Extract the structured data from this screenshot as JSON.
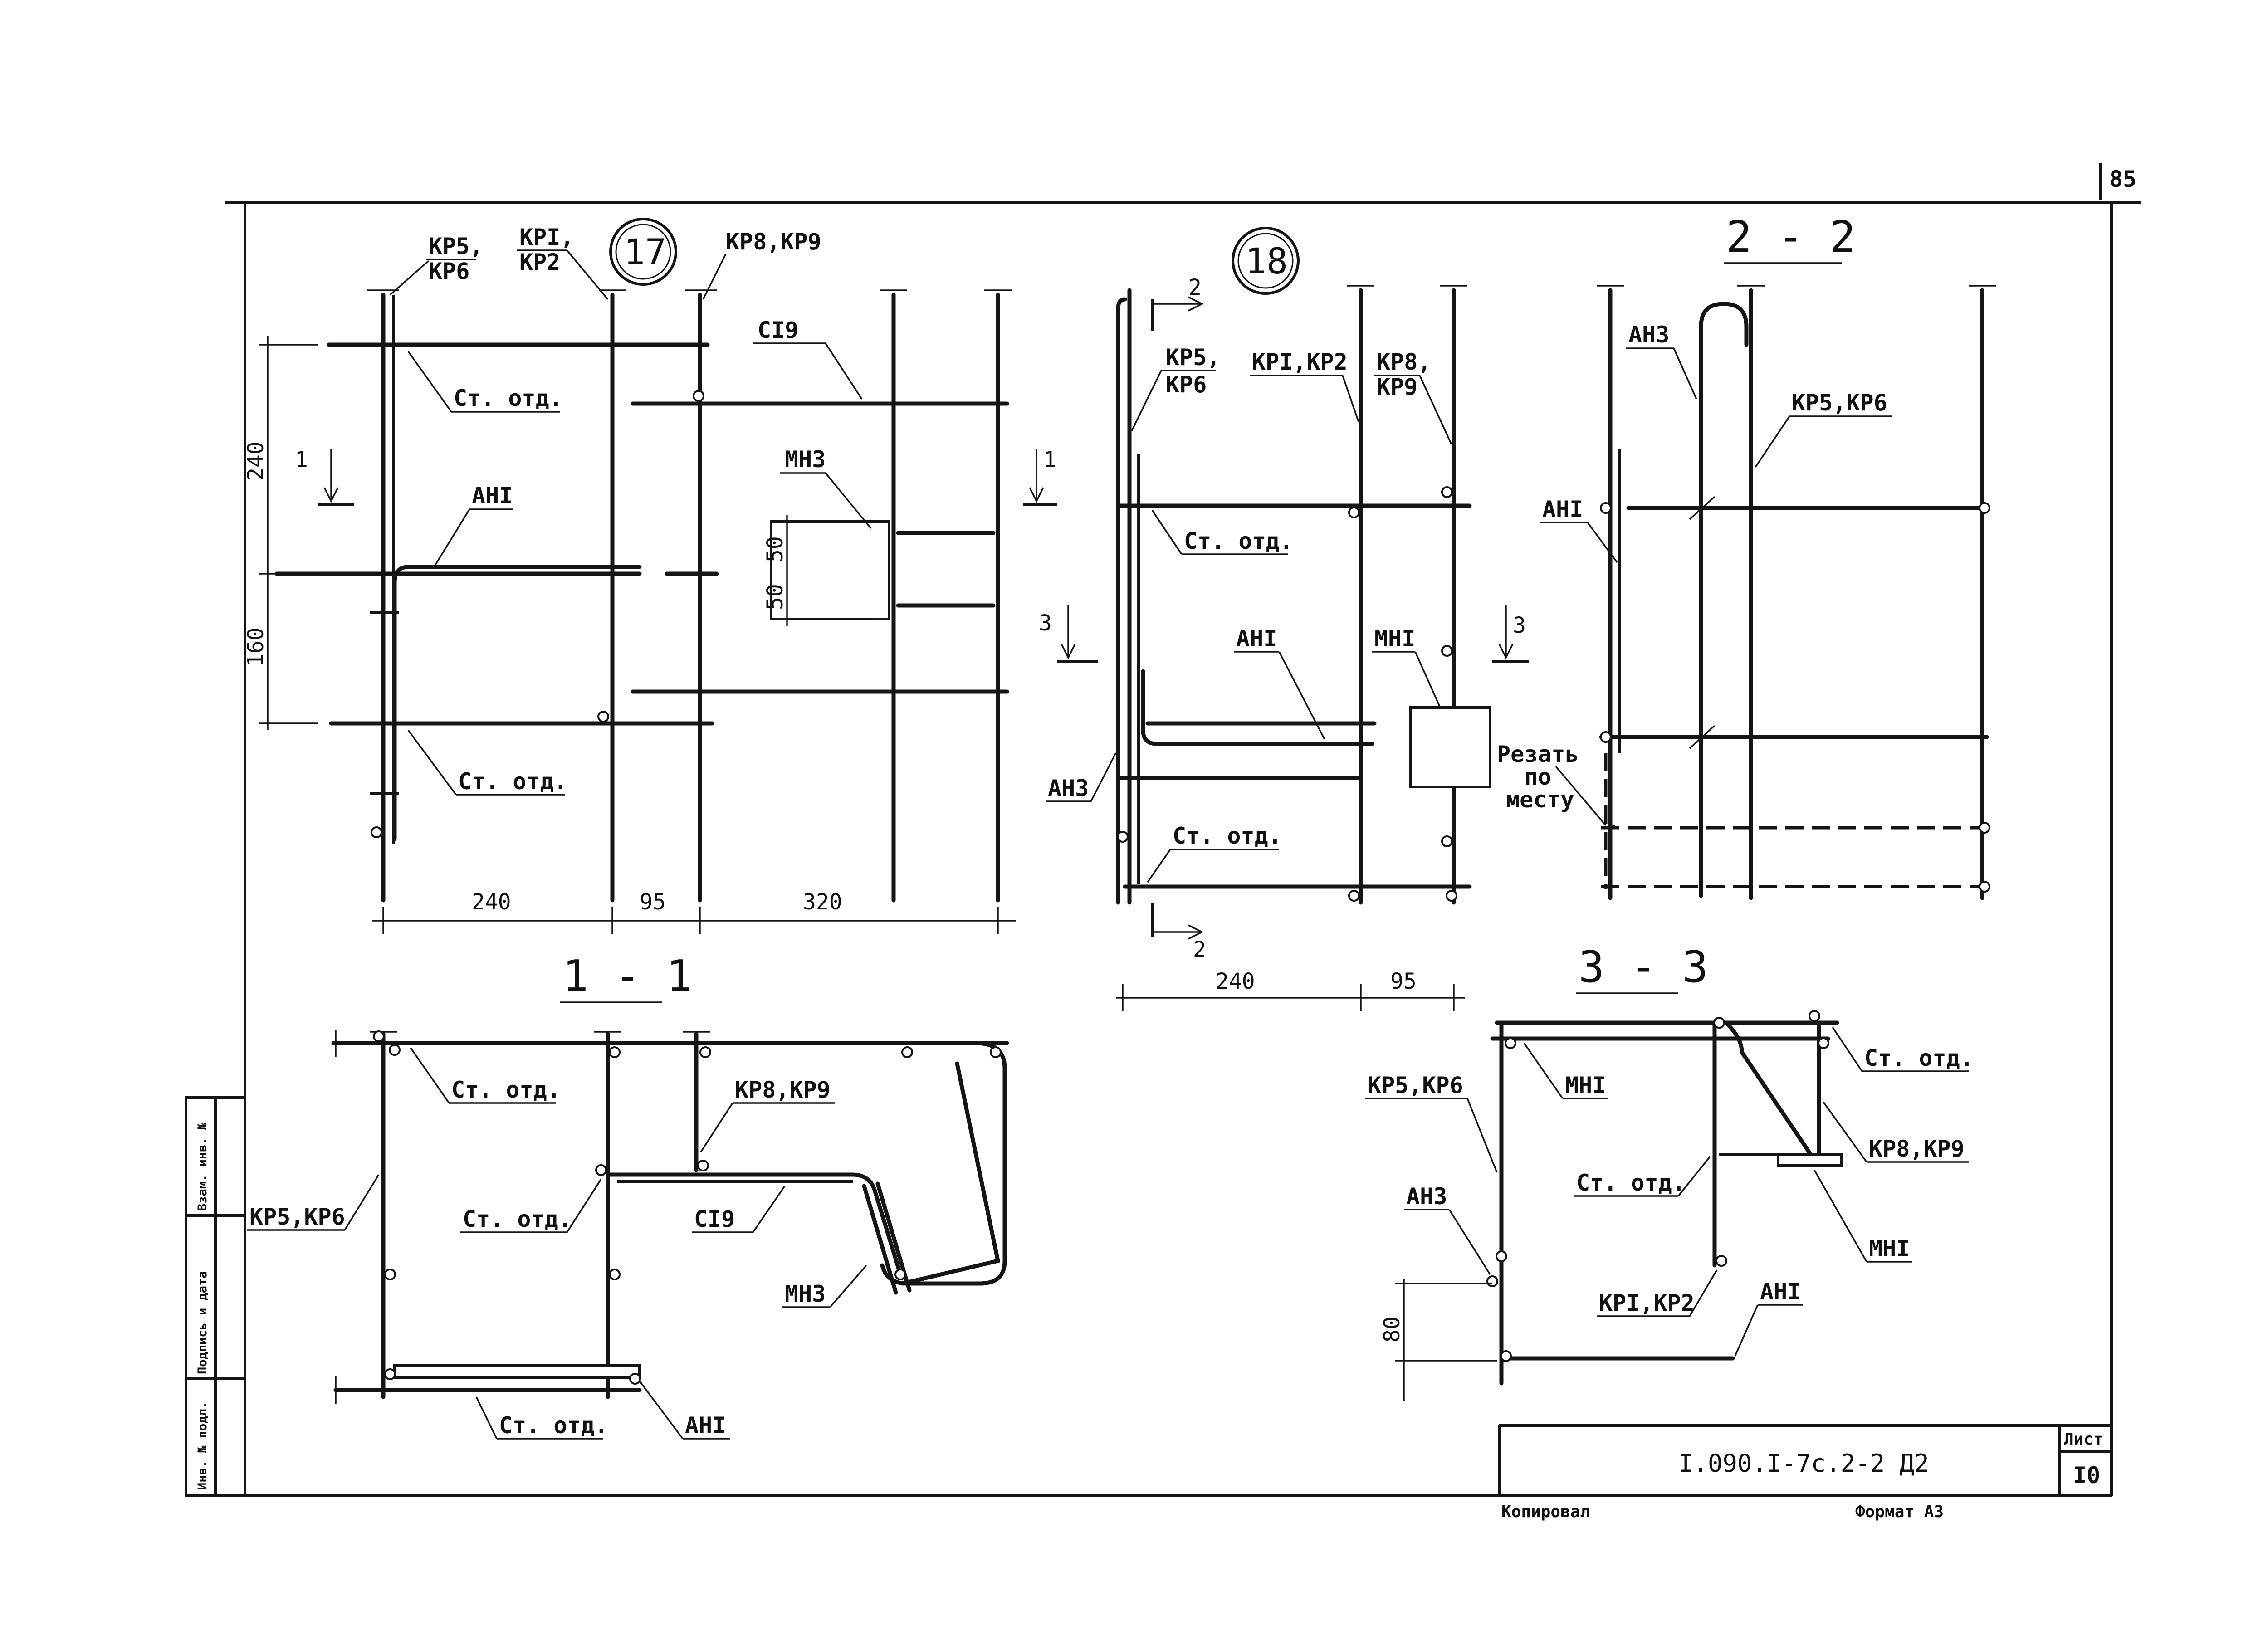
{
  "sheet": {
    "page_number": "85",
    "designation": "I.090.I-7c.2-2 Д2",
    "sheet_label": "Лист",
    "sheet_number": "I0",
    "footer_left": "Копировал",
    "footer_right": "Формат А3",
    "side_stamp": [
      "Инв. № подл.",
      "Подпись и дата",
      "Взам. инв. №"
    ]
  },
  "node17": {
    "marker": "17",
    "labels": {
      "kr5": "КР5,",
      "kr6": "КР6",
      "kr1": "КРI,",
      "kr2": "КР2",
      "kr89": "КР8,КР9",
      "c19": "СI9",
      "st_top": "Ст. отд.",
      "an1": "АНI",
      "mn3": "МН3",
      "st_bot": "Ст. отд."
    },
    "dims": {
      "v240": "240",
      "v160": "160",
      "v50a": "50",
      "v50b": "50",
      "h240": "240",
      "h95": "95",
      "h320": "320"
    },
    "cut": "1"
  },
  "node18": {
    "marker": "18",
    "labels": {
      "kr5": "КР5,",
      "kr6": "КР6",
      "kr12": "КРI,КР2",
      "kr8": "КР8,",
      "kr9": "КР9",
      "st1": "Ст. отд.",
      "an1": "АНI",
      "mn1": "МНI",
      "an3": "АН3",
      "st2": "Ст. отд."
    },
    "dims": {
      "h240": "240",
      "h95": "95"
    },
    "cut2": "2",
    "cut3": "3"
  },
  "section22": {
    "title": "2 - 2",
    "labels": {
      "an3": "АН3",
      "kr56": "КР5,КР6",
      "an1": "АНI",
      "cut1": "Резать",
      "cut2": "по",
      "cut3": "месту"
    }
  },
  "section11": {
    "title": "1 - 1",
    "labels": {
      "st1": "Ст. отд.",
      "kr89": "КР8,КР9",
      "kr56": "КР5,КР6",
      "st2": "Ст. отд.",
      "c19": "СI9",
      "mn3": "МН3",
      "st3": "Ст. отд.",
      "an1": "АНI"
    }
  },
  "section33": {
    "title": "3 - 3",
    "labels": {
      "st1": "Ст. отд.",
      "kr56": "КР5,КР6",
      "mn1a": "МНI",
      "kr89": "КР8,КР9",
      "st2": "Ст. отд.",
      "an3": "АН3",
      "mn1b": "МНI",
      "kr12": "КРI,КР2",
      "an1": "АНI"
    },
    "dims": {
      "v80": "80"
    }
  }
}
